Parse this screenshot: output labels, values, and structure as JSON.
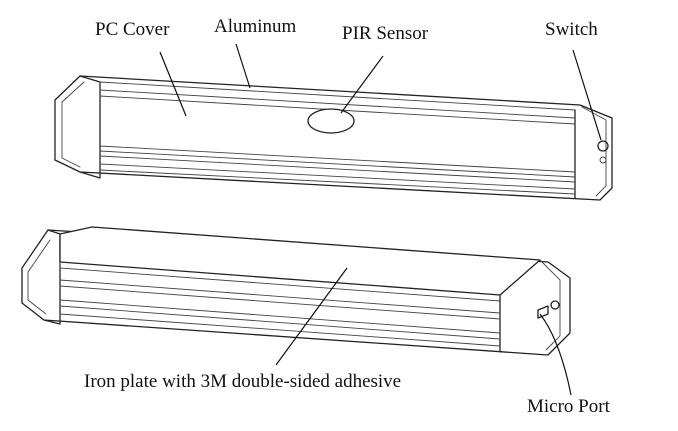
{
  "labels": {
    "pc_cover": "PC  Cover",
    "aluminum": "Aluminum",
    "pir_sensor": "PIR Sensor",
    "switch": "Switch",
    "iron_plate": "Iron plate with 3M double-sided adhesive",
    "micro_port": "Micro Port"
  }
}
